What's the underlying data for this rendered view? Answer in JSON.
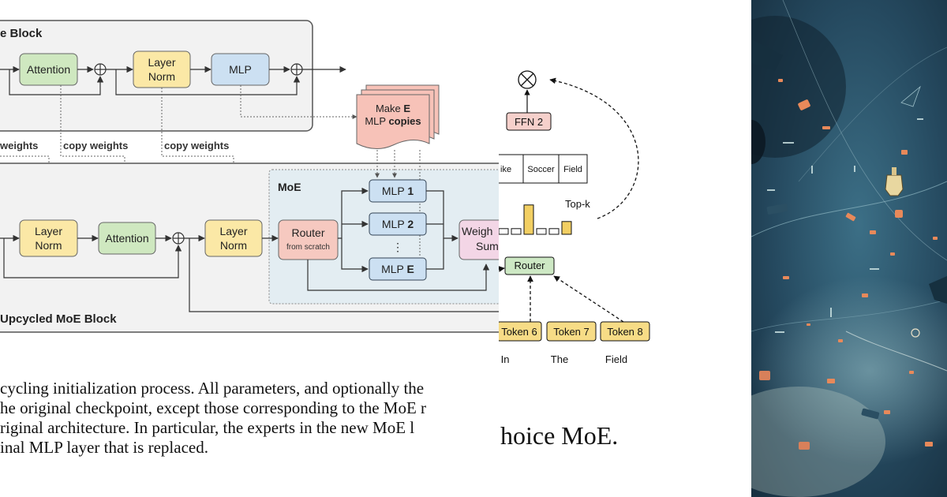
{
  "panel_left": {
    "dense_block_title": "e Block",
    "dense": {
      "attention": "Attention",
      "layernorm_line1": "Layer",
      "layernorm_line2": "Norm",
      "mlp": "MLP"
    },
    "copy_labels": [
      "weights",
      "copy weights",
      "copy weights"
    ],
    "make_copies": {
      "line1_prefix": "Make ",
      "line1_bold": "E",
      "line2_prefix": "MLP ",
      "line2_bold": "copies"
    },
    "moe_block": {
      "layernorm1_line1": "Layer",
      "layernorm1_line2": "Norm",
      "attention": "Attention",
      "layernorm2_line1": "Layer",
      "layernorm2_line2": "Norm",
      "moe_label": "MoE",
      "router": "Router",
      "router_sub": "from scratch",
      "experts": [
        {
          "prefix": "MLP ",
          "num": "1"
        },
        {
          "prefix": "MLP ",
          "num": "2"
        },
        {
          "prefix": "MLP ",
          "num": "E"
        }
      ],
      "ellipsis": "⋮",
      "weighted_line1": "Weigh",
      "weighted_line2": "Sum",
      "block_title": "Upcycled MoE Block"
    },
    "caption_lines": [
      "cycling initialization process. All parameters, and optionally the",
      "he original checkpoint, except those corresponding to the MoE r",
      "riginal architecture.  In particular, the experts in the new MoE l",
      "inal MLP layer that is replaced."
    ]
  },
  "panel_middle": {
    "multiply_symbol": "⊗",
    "ffn": "FFN 2",
    "columns": [
      "ike",
      "Soccer",
      "Field"
    ],
    "topk_label": "Top-k",
    "router": "Router",
    "tokens": [
      "Token 6",
      "Token 7",
      "Token 8"
    ],
    "words": [
      "In",
      "The",
      "Field"
    ],
    "bars": [
      0.12,
      0.12,
      0.62,
      0.12,
      0.12,
      0.27
    ],
    "bar_highlight": [
      false,
      false,
      true,
      false,
      false,
      true
    ],
    "caption": "hoice MoE."
  },
  "panel_right": {
    "description_icon": "space-scene-illustration"
  },
  "colors": {
    "attention": "#cfe8c0",
    "layernorm": "#fbe8a6",
    "mlp": "#cce0f2",
    "router": "#f6c9c0",
    "weighted": "#f3d6e6",
    "copies": "#f7c2b8",
    "token": "#f7dc86",
    "router_small": "#cde8c4"
  }
}
